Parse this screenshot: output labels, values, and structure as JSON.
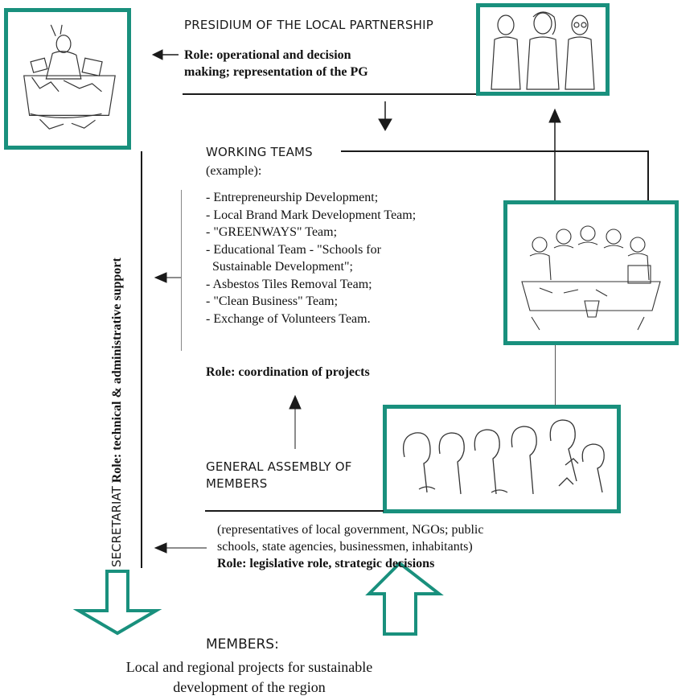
{
  "presidium": {
    "title": "PRESIDIUM OF THE LOCAL PARTNERSHIP",
    "role_line1": "Role: operational and decision",
    "role_line2": "making; representation of the PG"
  },
  "working_teams": {
    "title": "WORKING TEAMS",
    "subtitle": "(example):",
    "items": [
      "- Entrepreneurship Development;",
      "- Local Brand Mark Development Team;",
      "- \"GREENWAYS\" Team;",
      "- Educational Team - \"Schools for",
      "  Sustainable Development\";",
      "- Asbestos Tiles Removal Team;",
      "- \"Clean Business\" Team;",
      "- Exchange of Volunteers Team."
    ],
    "role": "Role: coordination of projects"
  },
  "secretariat": {
    "label": "SECRETARIAT",
    "role": "Role: technical & administrative support"
  },
  "general_assembly": {
    "title_line1": "GENERAL ASSEMBLY OF",
    "title_line2": "MEMBERS",
    "desc_line1": "(representatives of local government, NGOs; public",
    "desc_line2": "schools, state agencies, businessmen, inhabitants)",
    "role": "Role: legislative role, strategic decisions"
  },
  "members": {
    "title": "MEMBERS:",
    "desc_line1": "Local and regional projects for sustainable",
    "desc_line2": "development of the region"
  },
  "colors": {
    "frame": "#19907d",
    "line": "#1a1a1a"
  },
  "icons": {
    "secretariat_image": "person-at-desk-sketch",
    "presidium_image": "three-people-sketch",
    "working_teams_image": "group-meeting-sketch",
    "assembly_image": "crowd-discussion-sketch"
  }
}
